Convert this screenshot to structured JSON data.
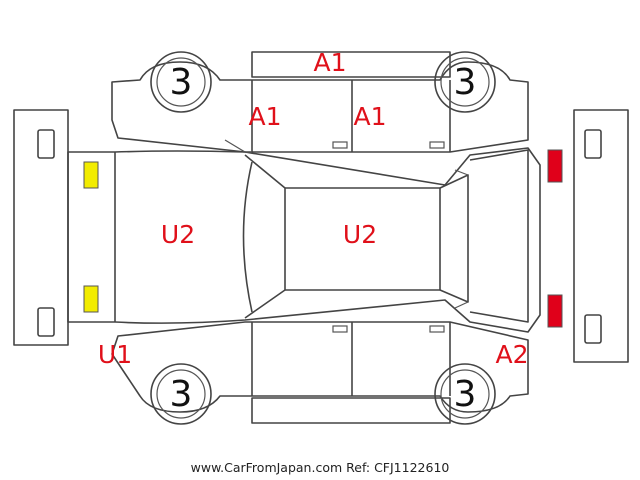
{
  "diagram": {
    "wheels": [
      {
        "id": "front-left",
        "value": "3"
      },
      {
        "id": "rear-left",
        "value": "3"
      },
      {
        "id": "front-right",
        "value": "3"
      },
      {
        "id": "rear-right",
        "value": "3"
      }
    ],
    "damage_labels": {
      "roof_left": "A1",
      "door_front_top": "A1",
      "door_rear_top": "A1",
      "hood": "U2",
      "roof": "U2",
      "bumper_front": "U1",
      "bumper_rear": "A2"
    },
    "lights": {
      "front_color": "#f2ec00",
      "rear_color": "#e0001a"
    }
  },
  "footer": {
    "text": "www.CarFromJapan.com Ref: CFJ1122610"
  },
  "colors": {
    "label": "#e0101a",
    "outline": "#444444"
  }
}
